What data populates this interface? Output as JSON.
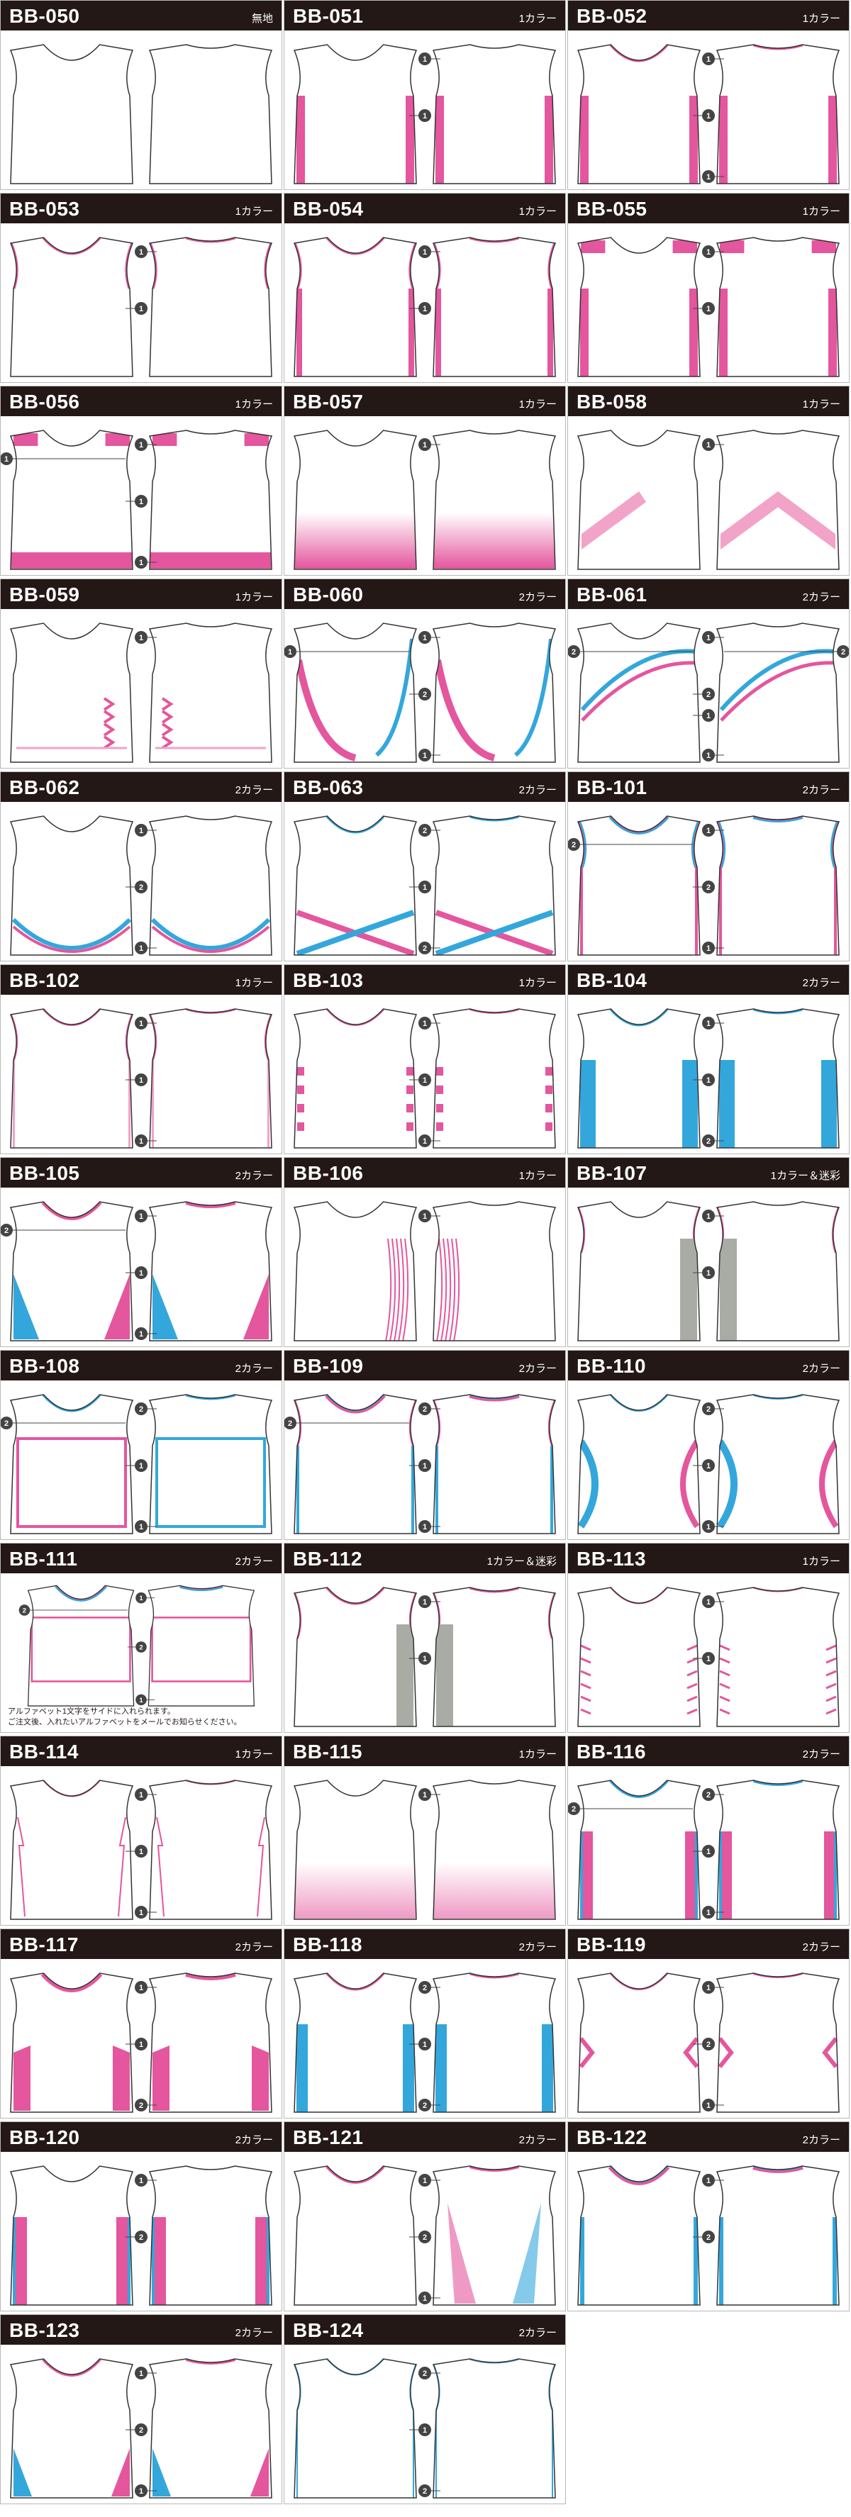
{
  "colors": {
    "pink": "#e4569d",
    "blue": "#33a7dc",
    "light_pink": "#f2a3c8",
    "camo": "#a9aca4",
    "outline": "#333333",
    "header": "#231815",
    "marker": "#444444"
  },
  "items": [
    {
      "code": "BB-050",
      "tag": "無地",
      "design": "plain",
      "markers": []
    },
    {
      "code": "BB-051",
      "tag": "1カラー",
      "design": "side",
      "markers": [
        "1",
        "1"
      ]
    },
    {
      "code": "BB-052",
      "tag": "1カラー",
      "design": "neck_side",
      "markers": [
        "1",
        "1",
        "1"
      ]
    },
    {
      "code": "BB-053",
      "tag": "1カラー",
      "design": "neck_arm",
      "markers": [
        "1",
        "1"
      ]
    },
    {
      "code": "BB-054",
      "tag": "1カラー",
      "design": "neck_arm_side",
      "markers": [
        "1",
        "1"
      ]
    },
    {
      "code": "BB-055",
      "tag": "1カラー",
      "design": "shoulder_side",
      "markers": [
        "1",
        "1"
      ]
    },
    {
      "code": "BB-056",
      "tag": "1カラー",
      "design": "shoulder_hem",
      "markers": [
        "1",
        "1",
        "1",
        "1"
      ]
    },
    {
      "code": "BB-057",
      "tag": "1カラー",
      "design": "gradient_hem",
      "markers": [
        "1"
      ]
    },
    {
      "code": "BB-058",
      "tag": "1カラー",
      "design": "diagonal",
      "markers": [
        "1"
      ]
    },
    {
      "code": "BB-059",
      "tag": "1カラー",
      "design": "chevron",
      "markers": [
        "1"
      ]
    },
    {
      "code": "BB-060",
      "tag": "2カラー",
      "design": "swoosh",
      "markers": [
        "1",
        "2",
        "1",
        "1"
      ]
    },
    {
      "code": "BB-061",
      "tag": "2カラー",
      "design": "arc",
      "markers": [
        "1",
        "2",
        "1",
        "2",
        "2",
        "1"
      ]
    },
    {
      "code": "BB-062",
      "tag": "2カラー",
      "design": "curve_hem",
      "markers": [
        "1",
        "2",
        "1"
      ]
    },
    {
      "code": "BB-063",
      "tag": "2カラー",
      "design": "x_cross",
      "markers": [
        "2",
        "1",
        "2"
      ]
    },
    {
      "code": "BB-101",
      "tag": "2カラー",
      "design": "double_trim",
      "markers": [
        "1",
        "2",
        "1",
        "2"
      ]
    },
    {
      "code": "BB-102",
      "tag": "1カラー",
      "design": "thin_trim",
      "markers": [
        "1",
        "1",
        "1"
      ]
    },
    {
      "code": "BB-103",
      "tag": "1カラー",
      "design": "stripes",
      "markers": [
        "1",
        "1",
        "1"
      ]
    },
    {
      "code": "BB-104",
      "tag": "2カラー",
      "design": "stars",
      "markers": [
        "1",
        "1",
        "2"
      ]
    },
    {
      "code": "BB-105",
      "tag": "2カラー",
      "design": "wedge",
      "markers": [
        "1",
        "1",
        "1",
        "2"
      ]
    },
    {
      "code": "BB-106",
      "tag": "1カラー",
      "design": "splash",
      "markers": [
        "1"
      ]
    },
    {
      "code": "BB-107",
      "tag": "1カラー＆迷彩",
      "design": "camo_side",
      "markers": [
        "1",
        "1"
      ]
    },
    {
      "code": "BB-108",
      "tag": "2カラー",
      "design": "frame",
      "markers": [
        "2",
        "1",
        "1",
        "2"
      ]
    },
    {
      "code": "BB-109",
      "tag": "2カラー",
      "design": "double_neck",
      "markers": [
        "2",
        "1",
        "1",
        "2"
      ]
    },
    {
      "code": "BB-110",
      "tag": "2カラー",
      "design": "flame",
      "markers": [
        "2",
        "1",
        "1"
      ]
    },
    {
      "code": "BB-111",
      "tag": "2カラー",
      "design": "double_frame",
      "markers": [
        "1",
        "2",
        "1",
        "2"
      ],
      "note": [
        "アルファベット1文字をサイドに入れられます。",
        "ご注文後、入れたいアルファベットをメールでお知らせください。"
      ]
    },
    {
      "code": "BB-112",
      "tag": "1カラー＆迷彩",
      "design": "camo_neck",
      "markers": [
        "1",
        "1"
      ]
    },
    {
      "code": "BB-113",
      "tag": "1カラー",
      "design": "zebra",
      "markers": [
        "1",
        "1"
      ]
    },
    {
      "code": "BB-114",
      "tag": "1カラー",
      "design": "zigzag",
      "markers": [
        "1",
        "1",
        "1"
      ]
    },
    {
      "code": "BB-115",
      "tag": "1カラー",
      "design": "soft_gradient",
      "markers": [
        "1"
      ]
    },
    {
      "code": "BB-116",
      "tag": "2カラー",
      "design": "wide_band",
      "markers": [
        "2",
        "1",
        "1",
        "2"
      ]
    },
    {
      "code": "BB-117",
      "tag": "2カラー",
      "design": "panel",
      "markers": [
        "1",
        "1",
        "2"
      ]
    },
    {
      "code": "BB-118",
      "tag": "2カラー",
      "design": "inner_panel",
      "markers": [
        "2",
        "1",
        "2"
      ]
    },
    {
      "code": "BB-119",
      "tag": "2カラー",
      "design": "notch",
      "markers": [
        "1",
        "2",
        "1"
      ]
    },
    {
      "code": "BB-120",
      "tag": "2カラー",
      "design": "full_side",
      "markers": [
        "1",
        "2"
      ]
    },
    {
      "code": "BB-121",
      "tag": "2カラー",
      "design": "fade_diag",
      "markers": [
        "1",
        "2",
        "1"
      ]
    },
    {
      "code": "BB-122",
      "tag": "2カラー",
      "design": "neck_band",
      "markers": [
        "1",
        "2"
      ]
    },
    {
      "code": "BB-123",
      "tag": "2カラー",
      "design": "lower_wedge",
      "markers": [
        "1",
        "2",
        "1"
      ]
    },
    {
      "code": "BB-124",
      "tag": "2カラー",
      "design": "blue_outline",
      "markers": [
        "2",
        "1",
        "2"
      ]
    }
  ]
}
